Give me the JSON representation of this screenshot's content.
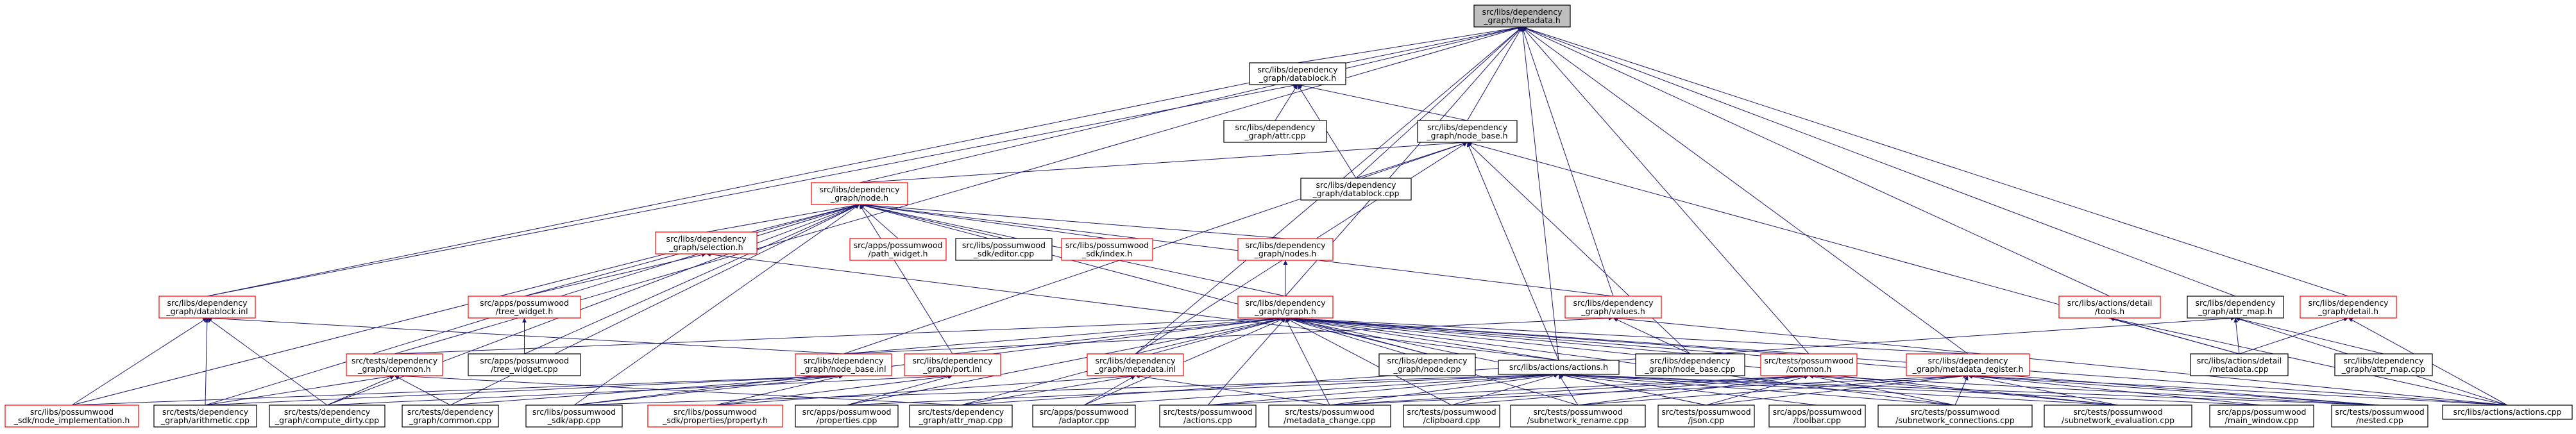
{
  "colors": {
    "edge": "#191970",
    "node_border_default": "#000000",
    "node_border_red": "#ff0000",
    "node_fill_default": "#ffffff",
    "node_fill_root": "#bfbfbf"
  },
  "nodes": [
    {
      "id": "metadata_h",
      "lines": [
        "src/libs/dependency",
        "_graph/metadata.h"
      ],
      "style": "root"
    },
    {
      "id": "datablock_h",
      "lines": [
        "src/libs/dependency",
        "_graph/datablock.h"
      ],
      "style": "black"
    },
    {
      "id": "attr_cpp",
      "lines": [
        "src/libs/dependency",
        "_graph/attr.cpp"
      ],
      "style": "black"
    },
    {
      "id": "node_base_h",
      "lines": [
        "src/libs/dependency",
        "_graph/node_base.h"
      ],
      "style": "black"
    },
    {
      "id": "datablock_cpp",
      "lines": [
        "src/libs/dependency",
        "_graph/datablock.cpp"
      ],
      "style": "black"
    },
    {
      "id": "node_h",
      "lines": [
        "src/libs/dependency",
        "_graph/node.h"
      ],
      "style": "red"
    },
    {
      "id": "path_widget_h",
      "lines": [
        "src/apps/possumwood",
        "/path_widget.h"
      ],
      "style": "red"
    },
    {
      "id": "editor_cpp",
      "lines": [
        "src/libs/possumwood",
        "_sdk/editor.cpp"
      ],
      "style": "black"
    },
    {
      "id": "index_h",
      "lines": [
        "src/libs/possumwood",
        "_sdk/index.h"
      ],
      "style": "red"
    },
    {
      "id": "nodes_h",
      "lines": [
        "src/libs/dependency",
        "_graph/nodes.h"
      ],
      "style": "red"
    },
    {
      "id": "selection_h",
      "lines": [
        "src/libs/dependency",
        "_graph/selection.h"
      ],
      "style": "red"
    },
    {
      "id": "tree_widget_h",
      "lines": [
        "src/apps/possumwood",
        "/tree_widget.h"
      ],
      "style": "red"
    },
    {
      "id": "tree_widget_cpp",
      "lines": [
        "src/apps/possumwood",
        "/tree_widget.cpp"
      ],
      "style": "black"
    },
    {
      "id": "graph_h",
      "lines": [
        "src/libs/dependency",
        "_graph/graph.h"
      ],
      "style": "red"
    },
    {
      "id": "values_h",
      "lines": [
        "src/libs/dependency",
        "_graph/values.h"
      ],
      "style": "red"
    },
    {
      "id": "datablock_inl",
      "lines": [
        "src/libs/dependency",
        "_graph/datablock.inl"
      ],
      "style": "red"
    },
    {
      "id": "tools_h",
      "lines": [
        "src/libs/actions/detail",
        "/tools.h"
      ],
      "style": "red"
    },
    {
      "id": "attr_map_h",
      "lines": [
        "src/libs/dependency",
        "_graph/attr_map.h"
      ],
      "style": "black"
    },
    {
      "id": "detail_h",
      "lines": [
        "src/libs/dependency",
        "_graph/detail.h"
      ],
      "style": "red"
    },
    {
      "id": "tests_common_h",
      "lines": [
        "src/tests/dependency",
        "_graph/common.h"
      ],
      "style": "red"
    },
    {
      "id": "node_base_inl",
      "lines": [
        "src/libs/dependency",
        "_graph/node_base.inl"
      ],
      "style": "red"
    },
    {
      "id": "port_inl",
      "lines": [
        "src/libs/dependency",
        "_graph/port.inl"
      ],
      "style": "red"
    },
    {
      "id": "metadata_inl",
      "lines": [
        "src/libs/dependency",
        "_graph/metadata.inl"
      ],
      "style": "red"
    },
    {
      "id": "node_cpp",
      "lines": [
        "src/libs/dependency",
        "_graph/node.cpp"
      ],
      "style": "black"
    },
    {
      "id": "actions_h",
      "lines": [
        "src/libs/actions/actions.h"
      ],
      "style": "black"
    },
    {
      "id": "node_base_cpp",
      "lines": [
        "src/libs/dependency",
        "_graph/node_base.cpp"
      ],
      "style": "black"
    },
    {
      "id": "possum_common_h",
      "lines": [
        "src/tests/possumwood",
        "/common.h"
      ],
      "style": "red"
    },
    {
      "id": "metadata_register_h",
      "lines": [
        "src/libs/dependency",
        "_graph/metadata_register.h"
      ],
      "style": "red"
    },
    {
      "id": "detail_metadata_cpp",
      "lines": [
        "src/libs/actions/detail",
        "/metadata.cpp"
      ],
      "style": "black"
    },
    {
      "id": "attr_map_cpp",
      "lines": [
        "src/libs/dependency",
        "_graph/attr_map.cpp"
      ],
      "style": "black"
    },
    {
      "id": "node_implementation_h",
      "lines": [
        "src/libs/possumwood",
        "_sdk/node_implementation.h"
      ],
      "style": "red"
    },
    {
      "id": "arithmetic_cpp",
      "lines": [
        "src/tests/dependency",
        "_graph/arithmetic.cpp"
      ],
      "style": "black"
    },
    {
      "id": "compute_dirty_cpp",
      "lines": [
        "src/tests/dependency",
        "_graph/compute_dirty.cpp"
      ],
      "style": "black"
    },
    {
      "id": "tests_common_cpp",
      "lines": [
        "src/tests/dependency",
        "_graph/common.cpp"
      ],
      "style": "black"
    },
    {
      "id": "app_cpp",
      "lines": [
        "src/libs/possumwood",
        "_sdk/app.cpp"
      ],
      "style": "black"
    },
    {
      "id": "property_h",
      "lines": [
        "src/libs/possumwood",
        "_sdk/properties/property.h"
      ],
      "style": "red"
    },
    {
      "id": "properties_cpp",
      "lines": [
        "src/apps/possumwood",
        "/properties.cpp"
      ],
      "style": "black"
    },
    {
      "id": "tests_attr_map_cpp",
      "lines": [
        "src/tests/dependency",
        "_graph/attr_map.cpp"
      ],
      "style": "black"
    },
    {
      "id": "adaptor_cpp",
      "lines": [
        "src/apps/possumwood",
        "/adaptor.cpp"
      ],
      "style": "black"
    },
    {
      "id": "tests_actions_cpp",
      "lines": [
        "src/tests/possumwood",
        "/actions.cpp"
      ],
      "style": "black"
    },
    {
      "id": "metadata_change_cpp",
      "lines": [
        "src/tests/possumwood",
        "/metadata_change.cpp"
      ],
      "style": "black"
    },
    {
      "id": "clipboard_cpp",
      "lines": [
        "src/tests/possumwood",
        "/clipboard.cpp"
      ],
      "style": "black"
    },
    {
      "id": "subnetwork_rename_cpp",
      "lines": [
        "src/tests/possumwood",
        "/subnetwork_rename.cpp"
      ],
      "style": "black"
    },
    {
      "id": "json_cpp",
      "lines": [
        "src/tests/possumwood",
        "/json.cpp"
      ],
      "style": "black"
    },
    {
      "id": "toolbar_cpp",
      "lines": [
        "src/apps/possumwood",
        "/toolbar.cpp"
      ],
      "style": "black"
    },
    {
      "id": "subnetwork_connections_cpp",
      "lines": [
        "src/tests/possumwood",
        "/subnetwork_connections.cpp"
      ],
      "style": "black"
    },
    {
      "id": "subnetwork_evaluation_cpp",
      "lines": [
        "src/tests/possumwood",
        "/subnetwork_evaluation.cpp"
      ],
      "style": "black"
    },
    {
      "id": "main_window_cpp",
      "lines": [
        "src/apps/possumwood",
        "/main_window.cpp"
      ],
      "style": "black"
    },
    {
      "id": "nested_cpp",
      "lines": [
        "src/tests/possumwood",
        "/nested.cpp"
      ],
      "style": "black"
    },
    {
      "id": "libs_actions_cpp",
      "lines": [
        "src/libs/actions/actions.cpp"
      ],
      "style": "black"
    }
  ],
  "edges": [
    [
      "datablock_h",
      "metadata_h"
    ],
    [
      "node_base_h",
      "metadata_h"
    ],
    [
      "node_h",
      "metadata_h"
    ],
    [
      "graph_h",
      "metadata_h"
    ],
    [
      "values_h",
      "metadata_h"
    ],
    [
      "datablock_inl",
      "metadata_h"
    ],
    [
      "tools_h",
      "metadata_h"
    ],
    [
      "attr_map_h",
      "metadata_h"
    ],
    [
      "detail_h",
      "metadata_h"
    ],
    [
      "tests_common_h",
      "metadata_h"
    ],
    [
      "actions_h",
      "metadata_h"
    ],
    [
      "possum_common_h",
      "metadata_h"
    ],
    [
      "metadata_register_h",
      "metadata_h"
    ],
    [
      "datablock_cpp",
      "metadata_h"
    ],
    [
      "metadata_inl",
      "metadata_h"
    ],
    [
      "attr_cpp",
      "datablock_h"
    ],
    [
      "node_base_h",
      "datablock_h"
    ],
    [
      "datablock_cpp",
      "datablock_h"
    ],
    [
      "datablock_inl",
      "datablock_h"
    ],
    [
      "node_h",
      "node_base_h"
    ],
    [
      "datablock_cpp",
      "node_base_h"
    ],
    [
      "actions_h",
      "node_base_h"
    ],
    [
      "node_base_cpp",
      "node_base_h"
    ],
    [
      "node_base_inl",
      "node_base_h"
    ],
    [
      "metadata_inl",
      "node_base_h"
    ],
    [
      "detail_metadata_cpp",
      "node_base_h"
    ],
    [
      "path_widget_h",
      "node_h"
    ],
    [
      "editor_cpp",
      "node_h"
    ],
    [
      "index_h",
      "node_h"
    ],
    [
      "nodes_h",
      "node_h"
    ],
    [
      "selection_h",
      "node_h"
    ],
    [
      "tree_widget_h",
      "node_h"
    ],
    [
      "tree_widget_cpp",
      "node_h"
    ],
    [
      "graph_h",
      "node_h"
    ],
    [
      "values_h",
      "node_h"
    ],
    [
      "node_cpp",
      "node_h"
    ],
    [
      "port_inl",
      "node_h"
    ],
    [
      "arithmetic_cpp",
      "node_h"
    ],
    [
      "compute_dirty_cpp",
      "node_h"
    ],
    [
      "tests_common_cpp",
      "node_h"
    ],
    [
      "app_cpp",
      "node_h"
    ],
    [
      "node_implementation_h",
      "node_h"
    ],
    [
      "tree_widget_h",
      "selection_h"
    ],
    [
      "actions_h",
      "selection_h"
    ],
    [
      "tree_widget_cpp",
      "tree_widget_h"
    ],
    [
      "graph_h",
      "nodes_h"
    ],
    [
      "tests_common_h",
      "graph_h"
    ],
    [
      "node_base_inl",
      "graph_h"
    ],
    [
      "port_inl",
      "graph_h"
    ],
    [
      "metadata_inl",
      "graph_h"
    ],
    [
      "node_cpp",
      "graph_h"
    ],
    [
      "actions_h",
      "graph_h"
    ],
    [
      "node_base_cpp",
      "graph_h"
    ],
    [
      "possum_common_h",
      "graph_h"
    ],
    [
      "metadata_register_h",
      "graph_h"
    ],
    [
      "app_cpp",
      "graph_h"
    ],
    [
      "properties_cpp",
      "graph_h"
    ],
    [
      "tests_attr_map_cpp",
      "graph_h"
    ],
    [
      "adaptor_cpp",
      "graph_h"
    ],
    [
      "tests_actions_cpp",
      "graph_h"
    ],
    [
      "metadata_change_cpp",
      "graph_h"
    ],
    [
      "clipboard_cpp",
      "graph_h"
    ],
    [
      "subnetwork_rename_cpp",
      "graph_h"
    ],
    [
      "json_cpp",
      "graph_h"
    ],
    [
      "subnetwork_connections_cpp",
      "graph_h"
    ],
    [
      "subnetwork_evaluation_cpp",
      "graph_h"
    ],
    [
      "nested_cpp",
      "graph_h"
    ],
    [
      "libs_actions_cpp",
      "graph_h"
    ],
    [
      "node_base_inl",
      "values_h"
    ],
    [
      "node_base_cpp",
      "values_h"
    ],
    [
      "libs_actions_cpp",
      "values_h"
    ],
    [
      "node_base_inl",
      "datablock_inl"
    ],
    [
      "node_implementation_h",
      "datablock_inl"
    ],
    [
      "arithmetic_cpp",
      "datablock_inl"
    ],
    [
      "compute_dirty_cpp",
      "datablock_inl"
    ],
    [
      "detail_metadata_cpp",
      "tools_h"
    ],
    [
      "libs_actions_cpp",
      "tools_h"
    ],
    [
      "detail_metadata_cpp",
      "attr_map_h"
    ],
    [
      "attr_map_cpp",
      "attr_map_h"
    ],
    [
      "tests_attr_map_cpp",
      "attr_map_h"
    ],
    [
      "libs_actions_cpp",
      "attr_map_h"
    ],
    [
      "detail_metadata_cpp",
      "detail_h"
    ],
    [
      "libs_actions_cpp",
      "detail_h"
    ],
    [
      "arithmetic_cpp",
      "tests_common_h"
    ],
    [
      "compute_dirty_cpp",
      "tests_common_h"
    ],
    [
      "tests_common_cpp",
      "tests_common_h"
    ],
    [
      "tests_attr_map_cpp",
      "tests_common_h"
    ],
    [
      "node_implementation_h",
      "node_base_inl"
    ],
    [
      "arithmetic_cpp",
      "node_base_inl"
    ],
    [
      "tests_common_cpp",
      "node_base_inl"
    ],
    [
      "app_cpp",
      "node_base_inl"
    ],
    [
      "property_h",
      "node_base_inl"
    ],
    [
      "property_h",
      "port_inl"
    ],
    [
      "compute_dirty_cpp",
      "port_inl"
    ],
    [
      "properties_cpp",
      "port_inl"
    ],
    [
      "metadata_change_cpp",
      "metadata_inl"
    ],
    [
      "adaptor_cpp",
      "metadata_inl"
    ],
    [
      "property_h",
      "metadata_inl"
    ],
    [
      "tests_attr_map_cpp",
      "metadata_inl"
    ],
    [
      "app_cpp",
      "actions_h"
    ],
    [
      "properties_cpp",
      "actions_h"
    ],
    [
      "adaptor_cpp",
      "actions_h"
    ],
    [
      "tests_actions_cpp",
      "actions_h"
    ],
    [
      "metadata_change_cpp",
      "actions_h"
    ],
    [
      "clipboard_cpp",
      "actions_h"
    ],
    [
      "subnetwork_rename_cpp",
      "actions_h"
    ],
    [
      "json_cpp",
      "actions_h"
    ],
    [
      "toolbar_cpp",
      "actions_h"
    ],
    [
      "subnetwork_connections_cpp",
      "actions_h"
    ],
    [
      "subnetwork_evaluation_cpp",
      "actions_h"
    ],
    [
      "main_window_cpp",
      "actions_h"
    ],
    [
      "nested_cpp",
      "actions_h"
    ],
    [
      "tests_actions_cpp",
      "possum_common_h"
    ],
    [
      "metadata_change_cpp",
      "possum_common_h"
    ],
    [
      "clipboard_cpp",
      "possum_common_h"
    ],
    [
      "subnetwork_rename_cpp",
      "possum_common_h"
    ],
    [
      "json_cpp",
      "possum_common_h"
    ],
    [
      "subnetwork_connections_cpp",
      "possum_common_h"
    ],
    [
      "subnetwork_evaluation_cpp",
      "possum_common_h"
    ],
    [
      "nested_cpp",
      "possum_common_h"
    ],
    [
      "metadata_change_cpp",
      "metadata_register_h"
    ],
    [
      "subnetwork_rename_cpp",
      "metadata_register_h"
    ],
    [
      "json_cpp",
      "metadata_register_h"
    ],
    [
      "subnetwork_connections_cpp",
      "metadata_register_h"
    ],
    [
      "subnetwork_evaluation_cpp",
      "metadata_register_h"
    ],
    [
      "main_window_cpp",
      "metadata_register_h"
    ],
    [
      "nested_cpp",
      "metadata_register_h"
    ],
    [
      "libs_actions_cpp",
      "metadata_register_h"
    ]
  ]
}
